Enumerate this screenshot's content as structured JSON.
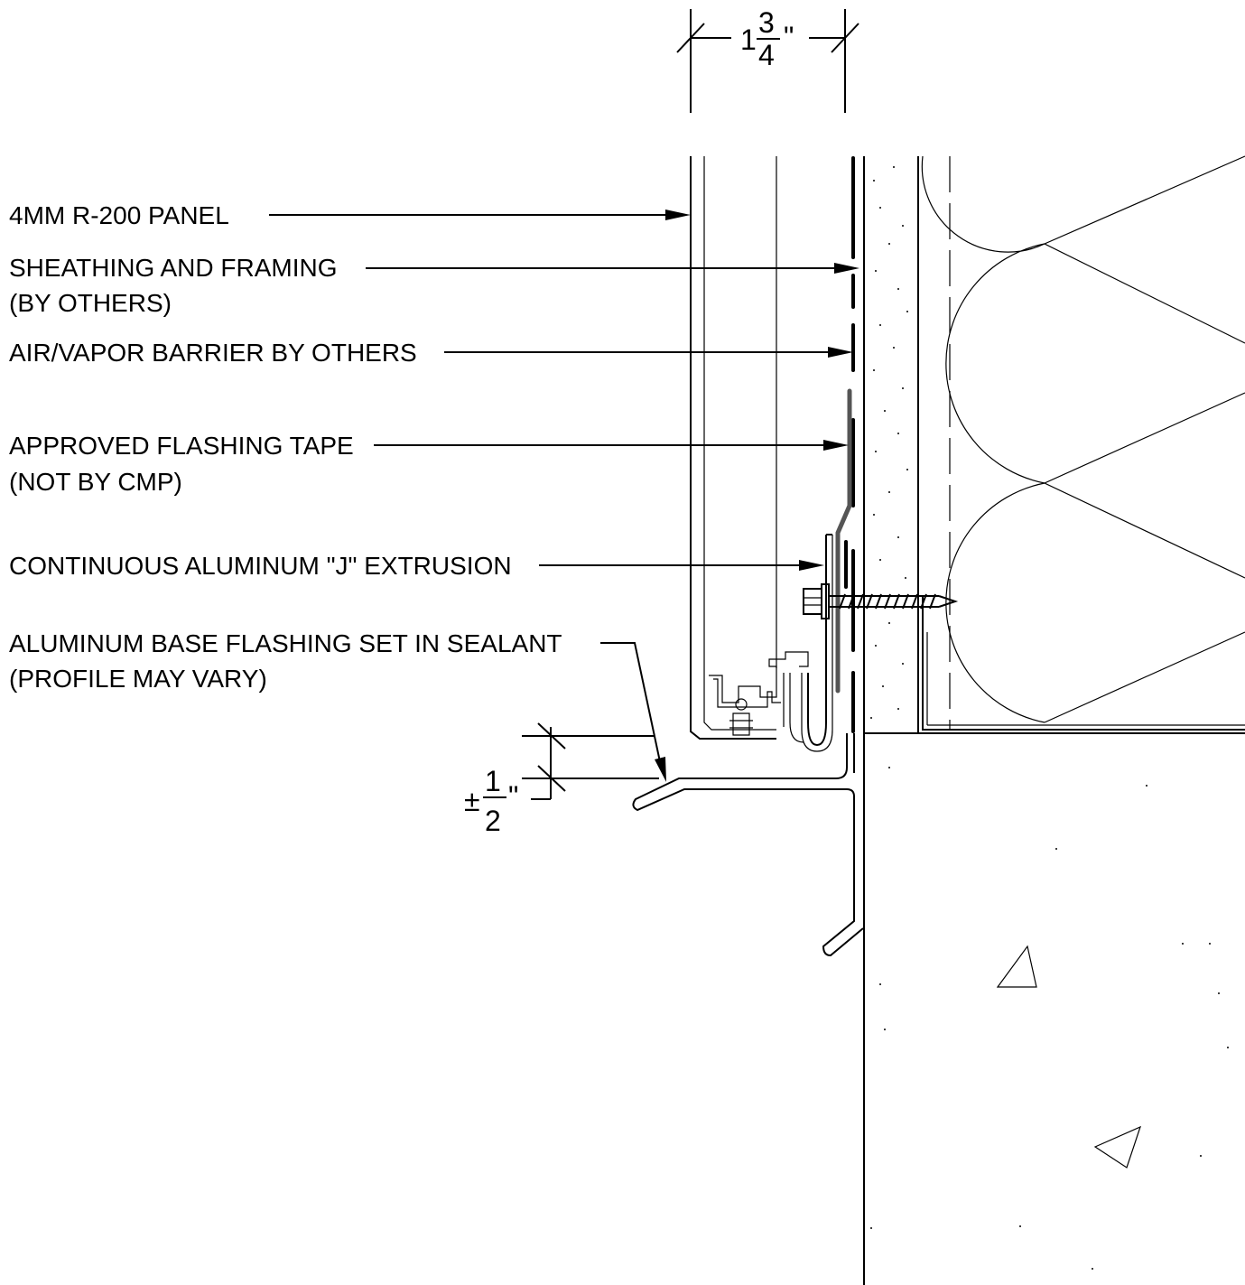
{
  "labels": {
    "panel": "4MM R-200 PANEL",
    "sheathing_line1": "SHEATHING AND FRAMING",
    "sheathing_line2": "(BY OTHERS)",
    "barrier": "AIR/VAPOR BARRIER BY OTHERS",
    "tape_line1": "APPROVED FLASHING TAPE",
    "tape_line2": "(NOT BY CMP)",
    "extrusion": "CONTINUOUS ALUMINUM \"J\" EXTRUSION",
    "base_line1": "ALUMINUM BASE FLASHING SET IN SEALANT",
    "base_line2": "(PROFILE MAY VARY)"
  },
  "dimensions": {
    "top": {
      "whole": "1",
      "numerator": "3",
      "denominator": "4",
      "unit": "\""
    },
    "left": {
      "prefix": "±",
      "numerator": "1",
      "denominator": "2",
      "unit": "\""
    }
  }
}
